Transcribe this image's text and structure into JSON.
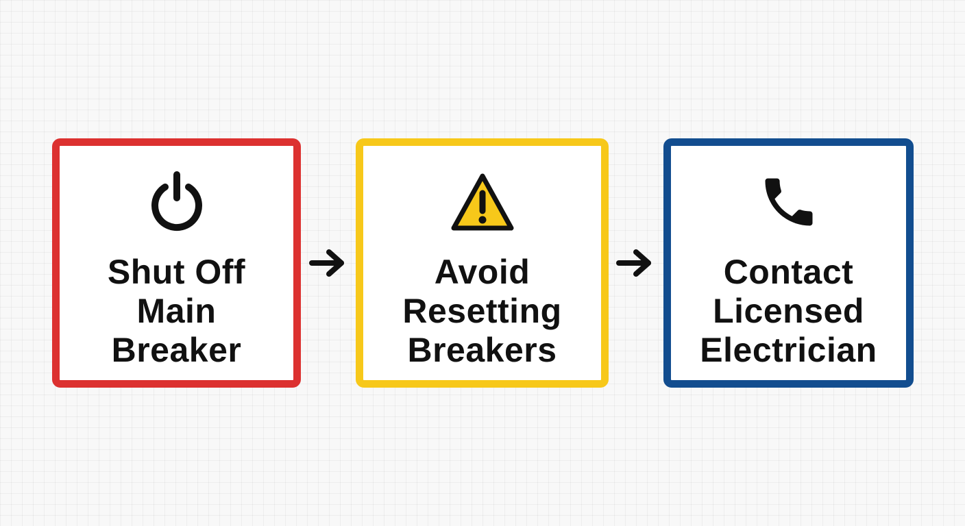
{
  "colors": {
    "step_1_border": "#dc3130",
    "step_2_border": "#f7c81a",
    "step_3_border": "#124d8f",
    "warning_fill": "#f7c81a",
    "text": "#111111",
    "background": "#f8f8f8"
  },
  "steps": [
    {
      "icon": "power-icon",
      "label_lines": [
        "Shut Off",
        "Main",
        "Breaker"
      ]
    },
    {
      "icon": "warning-icon",
      "label_lines": [
        "Avoid",
        "Resetting",
        "Breakers"
      ]
    },
    {
      "icon": "phone-icon",
      "label_lines": [
        "Contact",
        "Licensed",
        "Electrician"
      ]
    }
  ],
  "connectors": [
    {
      "from_step": 1,
      "to_step": 2,
      "icon": "arrow-right-icon"
    },
    {
      "from_step": 2,
      "to_step": 3,
      "icon": "arrow-right-icon"
    }
  ]
}
